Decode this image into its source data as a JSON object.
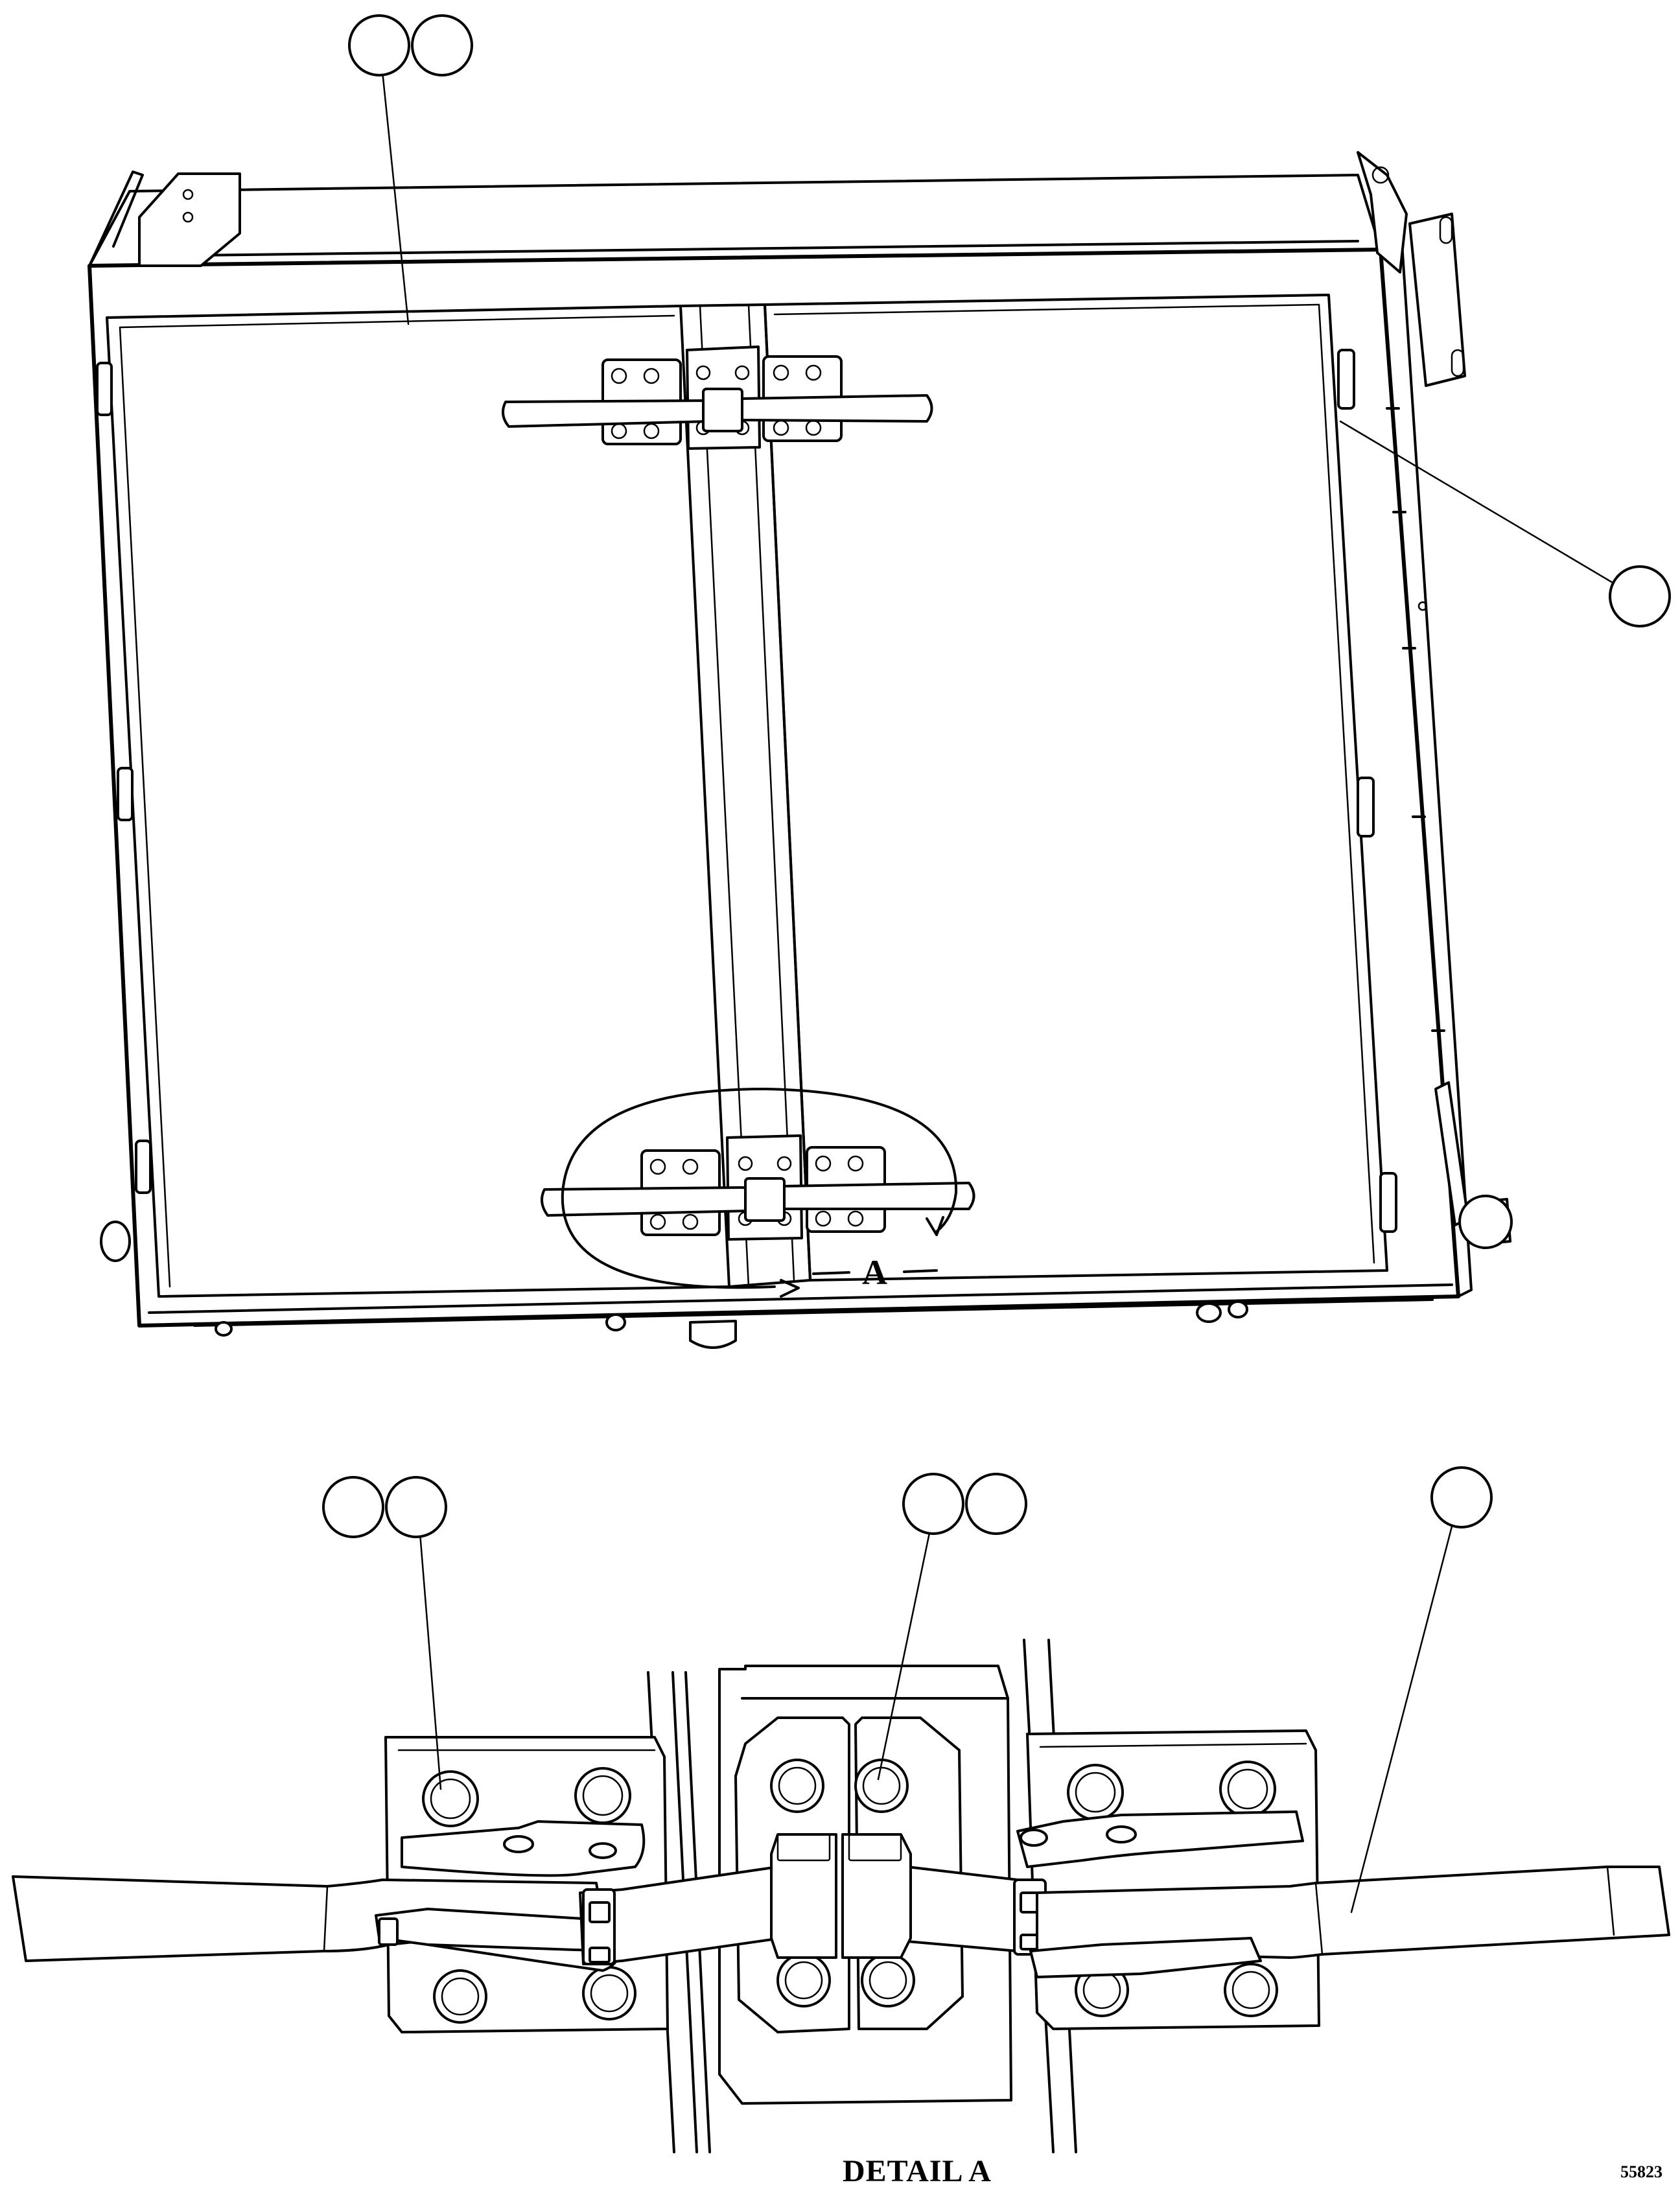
{
  "detail_label": "A",
  "caption": "DETAIL A",
  "figure_number": "55823",
  "callouts": {
    "top_pair": [
      "",
      ""
    ],
    "right_single": [
      ""
    ],
    "detail_left_pair": [
      "",
      ""
    ],
    "detail_mid_pair": [
      "",
      ""
    ],
    "detail_right_single": [
      ""
    ]
  }
}
